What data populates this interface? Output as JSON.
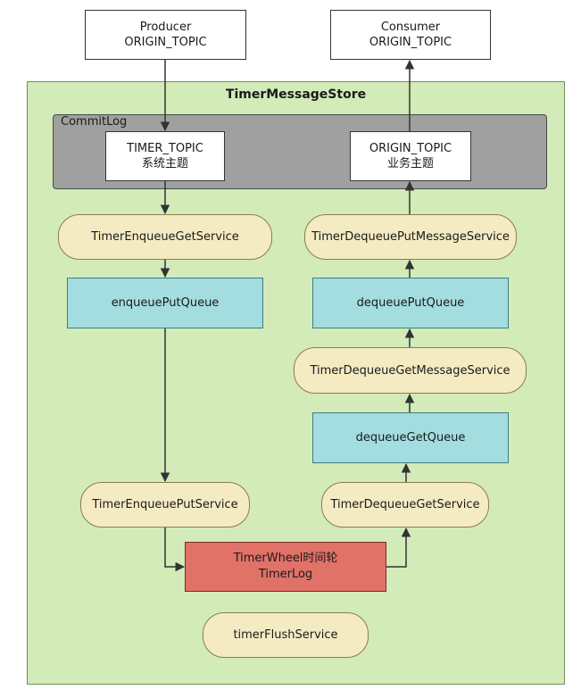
{
  "producer": {
    "line1": "Producer",
    "line2": "ORIGIN_TOPIC"
  },
  "consumer": {
    "line1": "Consumer",
    "line2": "ORIGIN_TOPIC"
  },
  "store": {
    "title": "TimerMessageStore"
  },
  "commitlog": {
    "label": "CommitLog",
    "timer_topic": {
      "line1": "TIMER_TOPIC",
      "line2": "系统主题"
    },
    "origin_topic": {
      "line1": "ORIGIN_TOPIC",
      "line2": "业务主题"
    }
  },
  "nodes": {
    "enqueue_get_service": "TimerEnqueueGetService",
    "enqueue_put_queue": "enqueuePutQueue",
    "enqueue_put_service": "TimerEnqueuePutService",
    "timer_wheel": {
      "line1": "TimerWheel时间轮",
      "line2": "TimerLog"
    },
    "flush_service": "timerFlushService",
    "dequeue_get_service": "TimerDequeueGetService",
    "dequeue_get_queue": "dequeueGetQueue",
    "dequeue_get_message_service": "TimerDequeueGetMessageService",
    "dequeue_put_queue": "dequeuePutQueue",
    "dequeue_put_message_service": "TimerDequeuePutMessageService"
  },
  "colors": {
    "store_bg": "#d2ebb8",
    "commitlog_bg": "#a0a0a0",
    "service_bg": "#f5ebc3",
    "queue_bg": "#a3dde0",
    "wheel_bg": "#e07268",
    "arrow": "#333333"
  }
}
